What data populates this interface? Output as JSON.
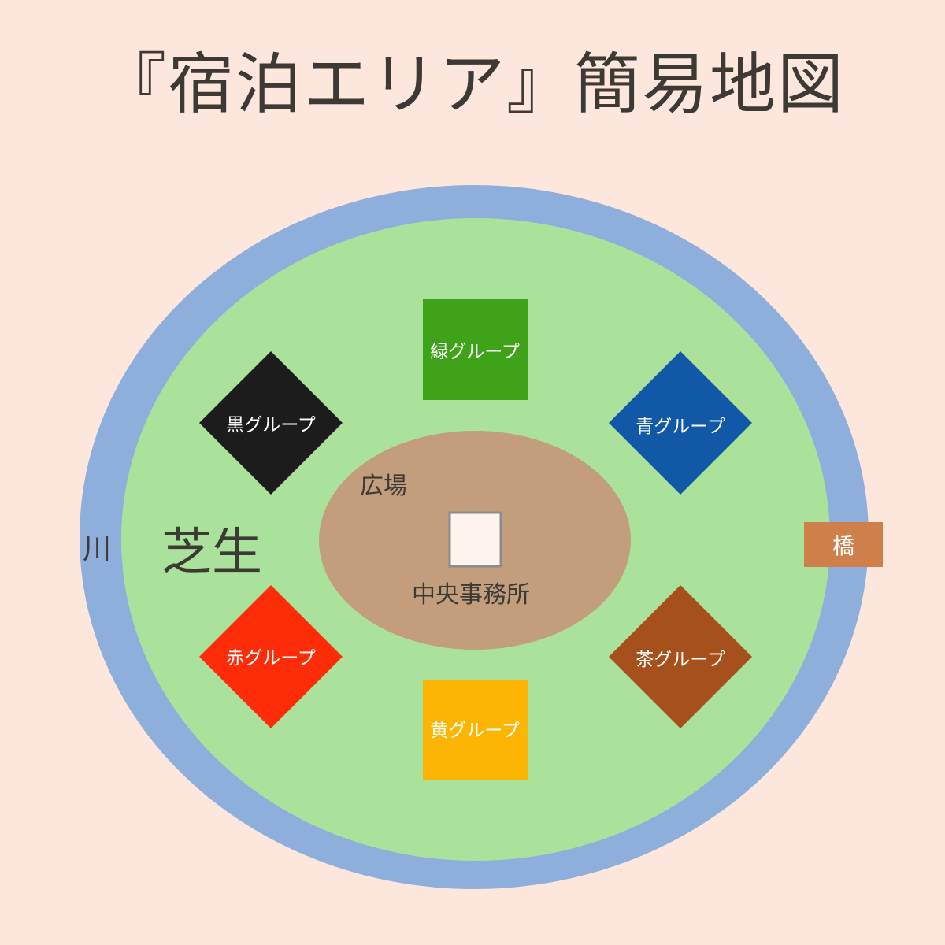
{
  "title": "『宿泊エリア』簡易地図",
  "labels": {
    "river": "川",
    "lawn": "芝生",
    "plaza": "広場",
    "office": "中央事務所",
    "bridge": "橋"
  },
  "groups": [
    {
      "key": "green",
      "label": "緑グループ",
      "color": "#3ea318",
      "shape": "square"
    },
    {
      "key": "black",
      "label": "黒グループ",
      "color": "#1c1c1c",
      "shape": "diamond"
    },
    {
      "key": "blue",
      "label": "青グループ",
      "color": "#1158a6",
      "shape": "diamond"
    },
    {
      "key": "red",
      "label": "赤グループ",
      "color": "#ff2c0a",
      "shape": "diamond"
    },
    {
      "key": "brown",
      "label": "茶グループ",
      "color": "#a6501b",
      "shape": "diamond"
    },
    {
      "key": "yellow",
      "label": "黄グループ",
      "color": "#fcb503",
      "shape": "square"
    }
  ],
  "colors": {
    "background": "#fde6dc",
    "river": "#8eafdb",
    "lawn": "#abe29b",
    "plaza": "#c29e7d",
    "office": "#fff3ee",
    "office_border": "#8c8c8c",
    "bridge": "#cf7f4a"
  }
}
